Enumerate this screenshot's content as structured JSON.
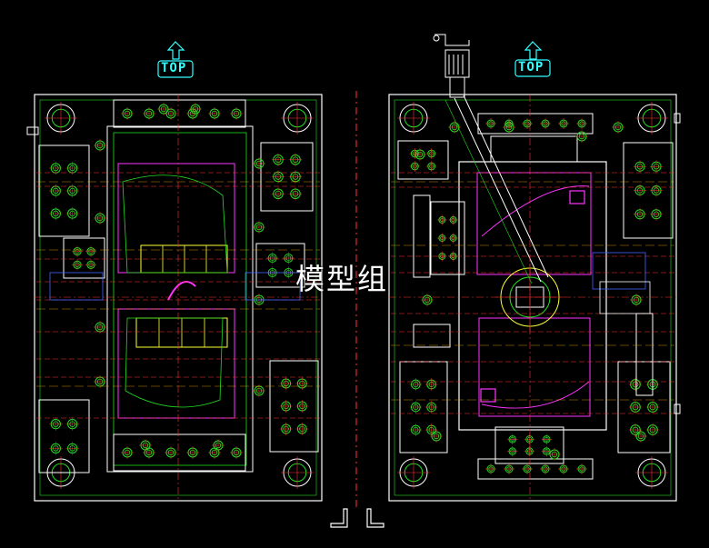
{
  "labels": {
    "top_left": "TOP",
    "top_right": "TOP",
    "watermark": "模型组"
  },
  "colors": {
    "background": "#000000",
    "outline": "#ffffff",
    "green": "#22dd22",
    "cyan": "#33ffff",
    "yellow": "#ffff33",
    "magenta": "#ff33ff",
    "red": "#ff3333",
    "orange": "#ffaa00",
    "blue": "#4466ff"
  }
}
